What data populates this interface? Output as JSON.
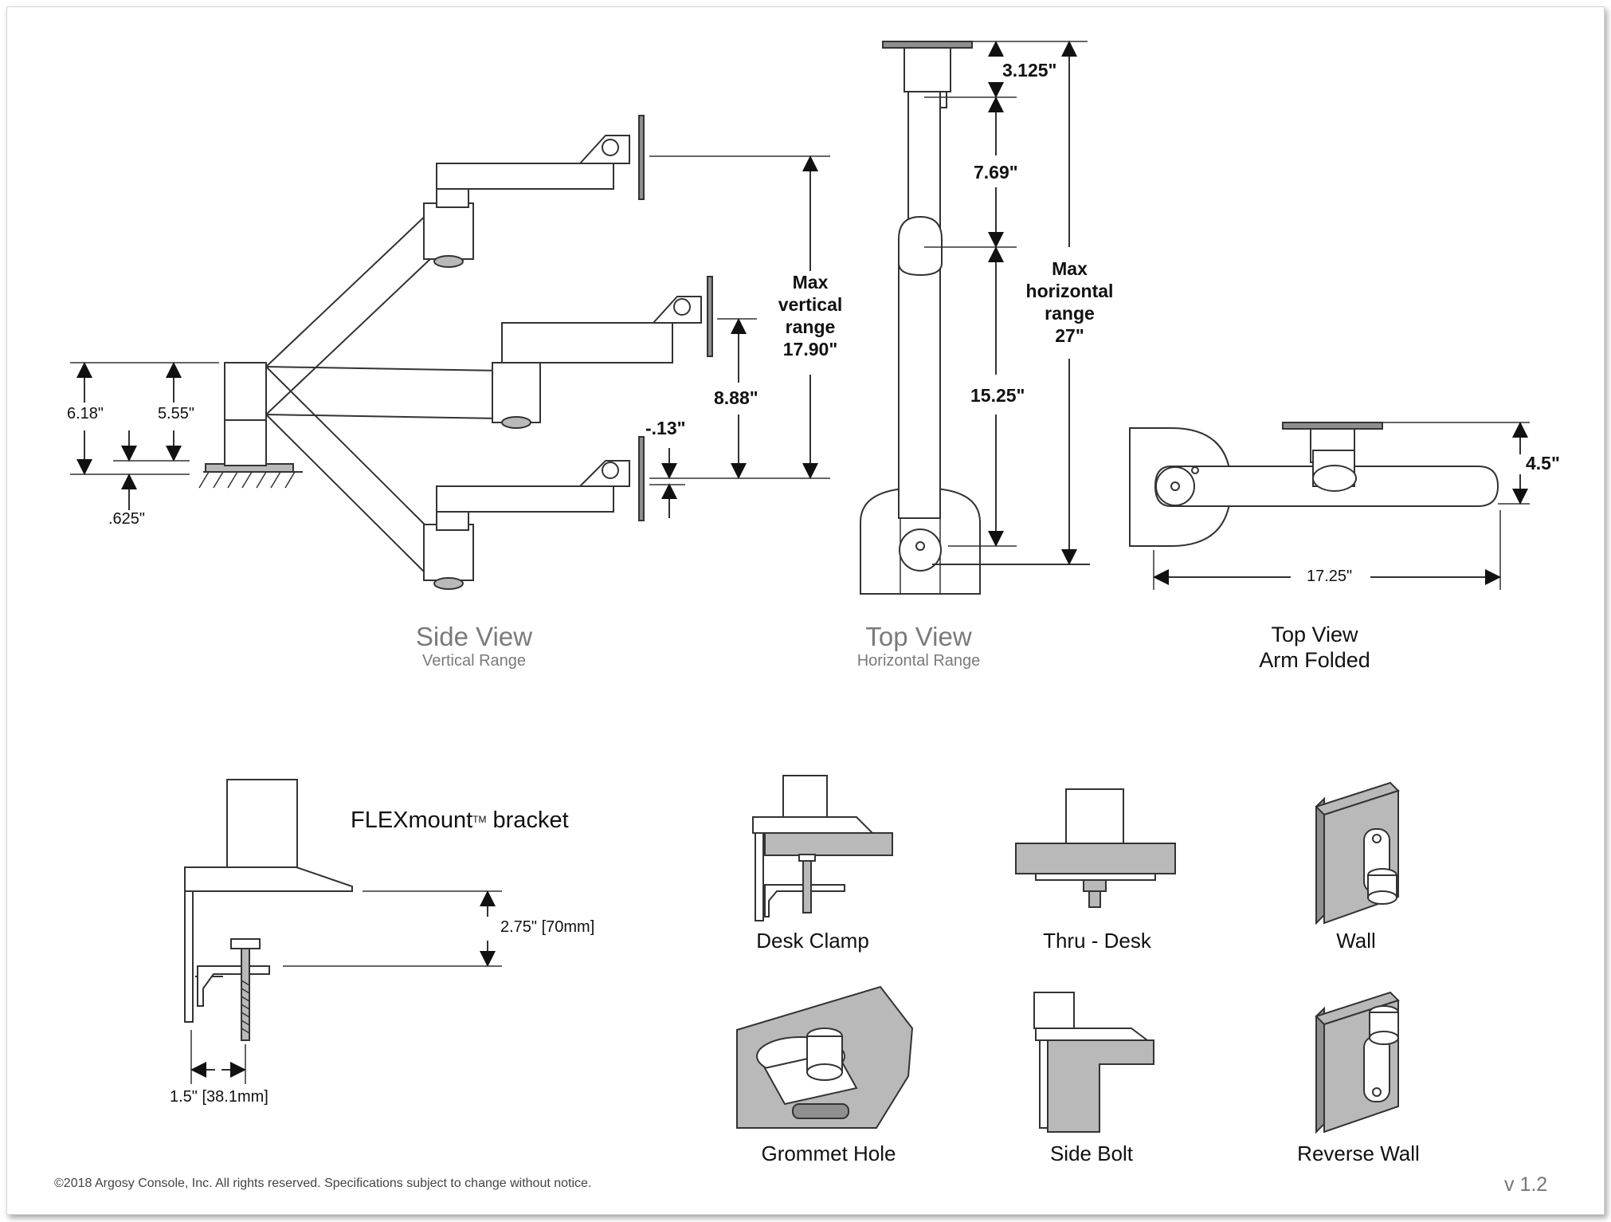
{
  "side_view": {
    "title": "Side View",
    "subtitle": "Vertical Range",
    "dims": {
      "d618": "6.18\"",
      "d555": "5.55\"",
      "d625": ".625\"",
      "d888": "8.88\"",
      "dneg13": "-.13\"",
      "max_line1": "Max",
      "max_line2": "vertical",
      "max_line3": "range",
      "max_value": "17.90\""
    }
  },
  "top_view": {
    "title": "Top View",
    "subtitle": "Horizontal Range",
    "dims": {
      "d3125": "3.125\"",
      "d769": "7.69\"",
      "d1525": "15.25\"",
      "max_line1": "Max",
      "max_line2": "horizontal",
      "max_line3": "range",
      "max_value": "27\""
    }
  },
  "folded_view": {
    "title_line1": "Top View",
    "title_line2": "Arm Folded",
    "dims": {
      "d45": "4.5\"",
      "d1725": "17.25\""
    }
  },
  "bracket": {
    "title": "FLEXmount",
    "tm": "TM",
    "title_suffix": " bracket",
    "d275": "2.75\"  [70mm]",
    "d15": "1.5\" [38.1mm]"
  },
  "mounts": [
    {
      "label": "Desk Clamp"
    },
    {
      "label": "Thru - Desk"
    },
    {
      "label": "Wall"
    },
    {
      "label": "Grommet Hole"
    },
    {
      "label": "Side Bolt"
    },
    {
      "label": "Reverse Wall"
    }
  ],
  "footer": {
    "copyright": "©2018 Argosy Console, Inc.  All rights reserved.  Specifications subject to change without notice.",
    "version": "v 1.2"
  }
}
